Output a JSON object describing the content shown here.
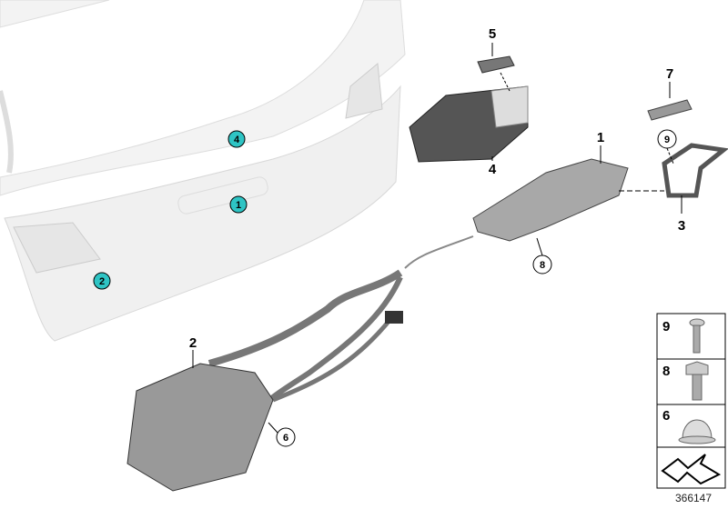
{
  "diagram": {
    "colors": {
      "teal_marker": "#2ec4c4",
      "body_panel": "#f1f1f1",
      "part_gray": "#9a9a9a"
    },
    "teal_markers": [
      "4",
      "1",
      "2"
    ],
    "callouts": {
      "p5": "5",
      "p4": "4",
      "p7": "7",
      "p1": "1",
      "p3": "3",
      "p2": "2"
    },
    "circled_callouts": {
      "c9": "9",
      "c8": "8",
      "c6": "6"
    },
    "legend": [
      {
        "number": "9",
        "icon": "torx-screw-icon"
      },
      {
        "number": "8",
        "icon": "hex-bolt-icon"
      },
      {
        "number": "6",
        "icon": "cap-nut-icon"
      },
      {
        "number": "",
        "icon": "direction-arrow-icon"
      }
    ],
    "diagram_id": "366147"
  }
}
